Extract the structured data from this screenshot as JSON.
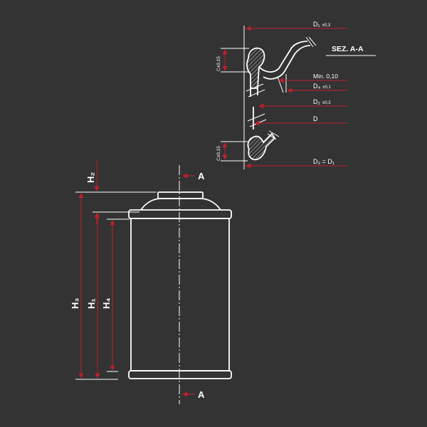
{
  "section": {
    "title": "SEZ. A-A"
  },
  "dimensions": {
    "d1": "D₁",
    "d1_tol": "±0,3",
    "min": "Min. 0,10",
    "d4": "D₄",
    "d4_tol": "±0,1",
    "d2": "D₂",
    "d2_tol": "±0,3",
    "d": "D",
    "d3": "D₃ = D₁",
    "c_top": "C±0,15",
    "c_bottom": "C±0,15"
  },
  "heights": {
    "h1": "H₁",
    "h2": "H₂",
    "h3": "H₃",
    "h4": "H₄"
  },
  "section_marks": {
    "top": "A",
    "bottom": "A"
  },
  "colors": {
    "background": "#333333",
    "line": "#ffffff",
    "dimension": "#c0202a"
  }
}
